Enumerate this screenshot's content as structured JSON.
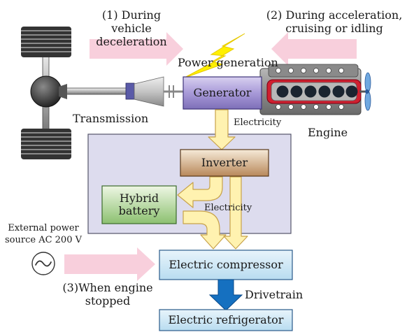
{
  "labels": {
    "deceleration": "(1) During vehicle\ndeceleration",
    "acceleration": "(2) During acceleration,\ncruising or idling",
    "power_generation": "Power generation",
    "transmission": "Transmission",
    "generator": "Generator",
    "electricity_top": "Electricity",
    "engine": "Engine",
    "inverter": "Inverter",
    "hybrid_battery": "Hybrid\nbattery",
    "electricity_mid": "Electricity",
    "external_power": "External power\nsource AC 200 V",
    "electric_compressor": "Electric compressor",
    "engine_stopped": "(3)When engine\nstopped",
    "drivetrain": "Drivetrain",
    "electric_refrigerator": "Electric refrigerator"
  },
  "icons": {
    "ac_source": "ac-sine-icon",
    "lightning": "lightning-bolt-icon"
  },
  "colors": {
    "pink_arrow": "#f8cfdc",
    "yellow_arrow": "#fff2b0",
    "yellow_stroke": "#c8a24a",
    "blue_box": "#cfe6f5",
    "blue_arrow": "#1570c0",
    "lavender_panel": "#dddcee",
    "purple_generator": "#a89ad8",
    "inverter_brown": "#b8885a",
    "battery_green": "#a8d08a",
    "engine_red": "#d02030"
  }
}
